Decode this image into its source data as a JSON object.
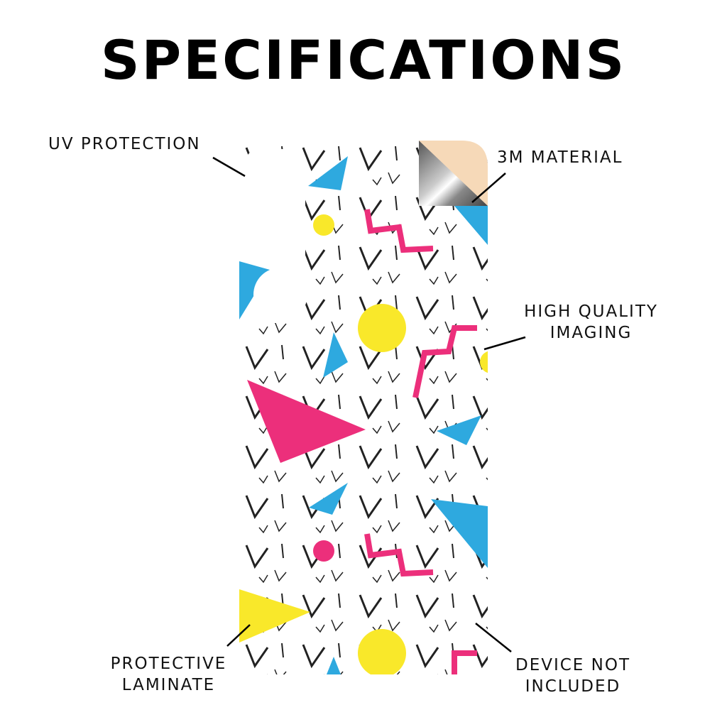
{
  "title": "SPECIFICATIONS",
  "labels": {
    "uv": "UV PROTECTION",
    "material": "3M MATERIAL",
    "imaging_line1": "HIGH QUALITY",
    "imaging_line2": "IMAGING",
    "laminate_line1": "PROTECTIVE",
    "laminate_line2": "LAMINATE",
    "device_line1": "DEVICE NOT",
    "device_line2": "INCLUDED"
  },
  "colors": {
    "pink": "#ec2f7b",
    "blue": "#2ea9df",
    "yellow": "#f9e82a",
    "peach": "#f6d9b8"
  }
}
